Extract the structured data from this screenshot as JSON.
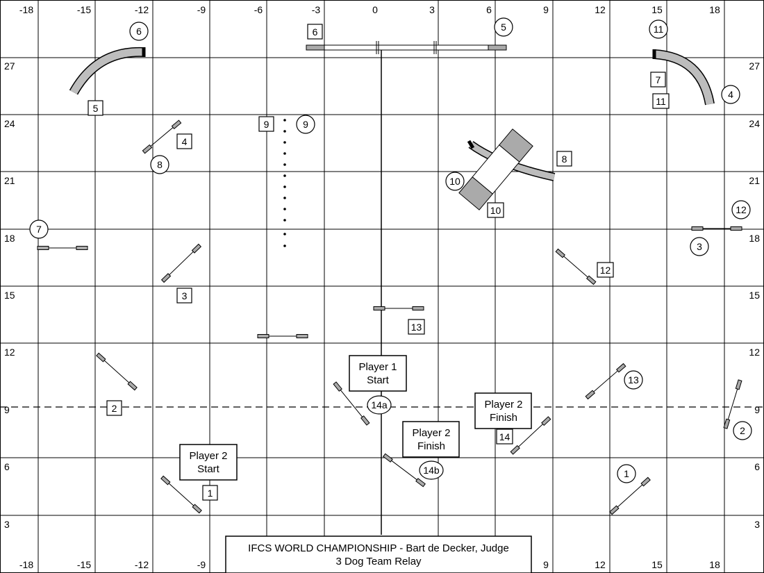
{
  "field": {
    "top_ticks": [
      "-18",
      "-15",
      "-12",
      "-9",
      "-6",
      "-3",
      "0",
      "3",
      "6",
      "9",
      "12",
      "15",
      "18"
    ],
    "bottom_ticks": [
      "-18",
      "-15",
      "-12",
      "-9",
      "9",
      "12",
      "15",
      "18"
    ],
    "left_ticks": [
      "27",
      "24",
      "21",
      "18",
      "15",
      "12",
      "9",
      "6",
      "3"
    ],
    "right_ticks": [
      "27",
      "24",
      "21",
      "18",
      "15",
      "12",
      "9",
      "6",
      "3"
    ]
  },
  "title": {
    "line1": "IFCS WORLD CHAMPIONSHIP - Bart de Decker, Judge",
    "line2": "3 Dog Team Relay"
  },
  "start_finish": {
    "p1_start": [
      "Player 1",
      "Start"
    ],
    "p2_start": [
      "Player 2",
      "Start"
    ],
    "p2_finish_a": [
      "Player 2",
      "Finish"
    ],
    "p2_finish_b": [
      "Player 2",
      "Finish"
    ]
  },
  "circle_numbers": [
    "6",
    "5",
    "11",
    "4",
    "9",
    "8",
    "10",
    "7",
    "12",
    "3",
    "14a",
    "13",
    "2",
    "14b",
    "1"
  ],
  "square_numbers": [
    "6",
    "5",
    "7",
    "11",
    "9",
    "4",
    "8",
    "10",
    "3",
    "12",
    "13",
    "2",
    "14",
    "1"
  ]
}
